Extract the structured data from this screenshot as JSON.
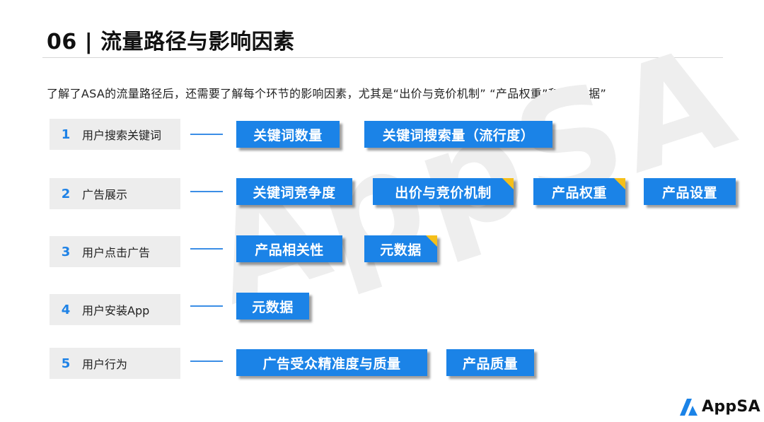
{
  "title": "06 | 流量路径与影响因素",
  "intro": "了解了ASA的流量路径后，还需要了解每个环节的影响因素，尤其是“出价与竞价机制” “产品权重”和“元数据”",
  "watermark": "AppSA",
  "steps": [
    {
      "num": "1",
      "label": "用户搜索关键词"
    },
    {
      "num": "2",
      "label": "广告展示"
    },
    {
      "num": "3",
      "label": "用户点击广告"
    },
    {
      "num": "4",
      "label": "用户安装App"
    },
    {
      "num": "5",
      "label": "用户行为"
    }
  ],
  "tags": {
    "s1_keyword_count": "关键词数量",
    "s1_search_volume": "关键词搜索量（流行度）",
    "s2_competition": "关键词竞争度",
    "s2_bidding": "出价与竞价机制",
    "s2_weight": "产品权重",
    "s2_settings": "产品设置",
    "s3_relevance": "产品相关性",
    "s3_metadata": "元数据",
    "s4_metadata": "元数据",
    "s5_audience": "广告受众精准度与质量",
    "s5_quality": "产品质量"
  },
  "logo": {
    "text": "AppSA",
    "icon": "appsa-logo-icon"
  },
  "colors": {
    "tag_blue": "#1b83e7",
    "accent_yellow": "#f5bf19",
    "step_number_blue": "#1e82e6",
    "step_bg": "#ededed"
  }
}
